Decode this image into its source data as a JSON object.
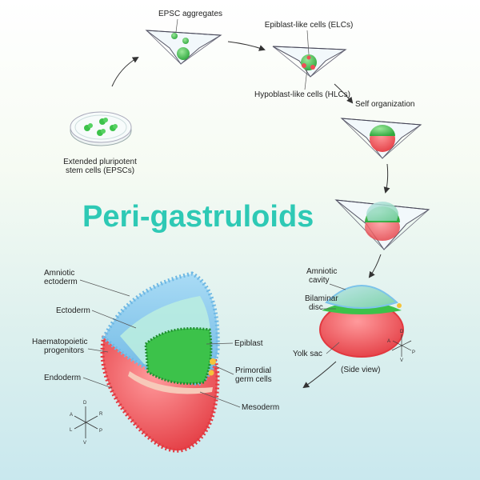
{
  "title": "Peri-gastruloids",
  "steps": {
    "epsc_aggregates": "EPSC aggregates",
    "epsc_line1": "Extended pluripotent",
    "epsc_line2": "stem cells (EPSCs)",
    "elc": "Epiblast-like cells (ELCs)",
    "hlc": "Hypoblast-like cells (HLCs)",
    "self_org": "Self organization"
  },
  "side_view": {
    "amniotic_cavity_1": "Amniotic",
    "amniotic_cavity_2": "cavity",
    "bilaminar_1": "Bilaminar",
    "bilaminar_2": "disc",
    "yolk_sac": "Yolk sac",
    "caption": "(Side view)"
  },
  "detail": {
    "amniotic_ecto_1": "Amniotic",
    "amniotic_ecto_2": "ectoderm",
    "ectoderm": "Ectoderm",
    "haem_1": "Haematopoietic",
    "haem_2": "progenitors",
    "endoderm": "Endoderm",
    "epiblast": "Epiblast",
    "pgc_1": "Primordial",
    "pgc_2": "germ cells",
    "mesoderm": "Mesoderm"
  },
  "axes": {
    "D": "D",
    "V": "V",
    "A": "A",
    "P": "P",
    "L": "L",
    "R": "R"
  },
  "colors": {
    "title": "#2ec9b5",
    "epiblast_green": "#3cc24a",
    "hypoblast_red": "#ef4e57",
    "amnion_blue": "#7cc3ea",
    "pgc_yellow": "#f5c33b"
  }
}
